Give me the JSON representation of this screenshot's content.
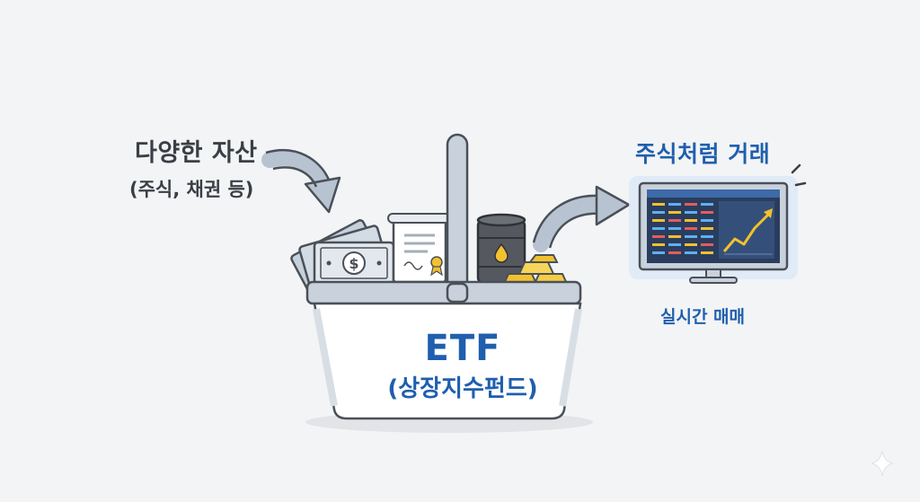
{
  "left_label": {
    "main": "다양한 자산",
    "sub": "(주식, 채권 등)"
  },
  "basket_label": {
    "title": "ETF",
    "subtitle": "(상장지수펀드)"
  },
  "right_label": {
    "top": "주식처럼 거래",
    "bottom": "실시간 매매"
  },
  "icons": [
    "dollar-bill-icon",
    "certificate-document-icon",
    "oil-barrel-icon",
    "gold-bars-icon",
    "monitor-chart-icon",
    "basket-icon",
    "curved-arrow-icon",
    "sparkle-icon"
  ],
  "colors": {
    "accent_blue": "#1f5fae",
    "dark_text": "#3a3f46",
    "gold": "#f2c12e",
    "basket_outline": "#4a5058"
  }
}
